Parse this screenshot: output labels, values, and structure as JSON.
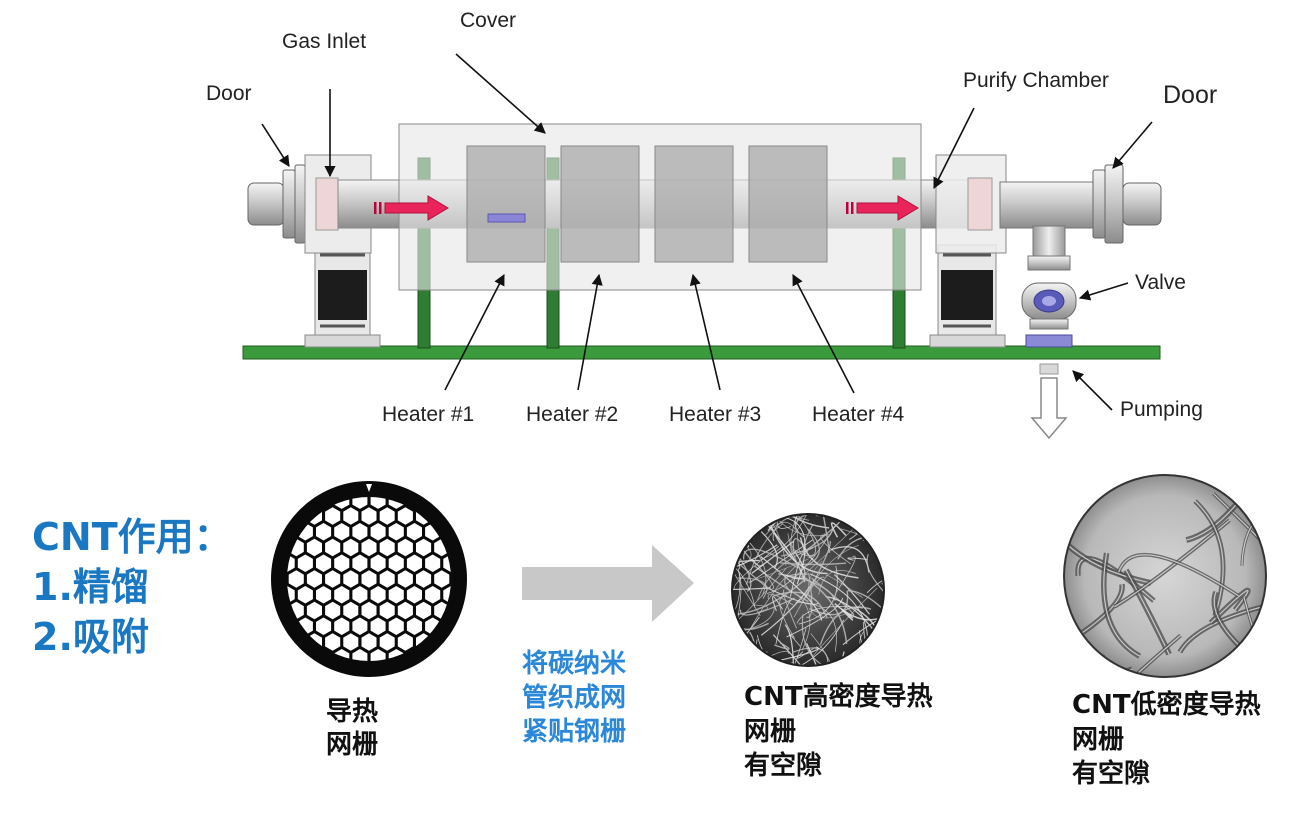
{
  "diagram": {
    "labels": {
      "gas_inlet": "Gas Inlet",
      "cover": "Cover",
      "door_left": "Door",
      "door_right": "Door",
      "purify_chamber": "Purify Chamber",
      "valve": "Valve",
      "pumping": "Pumping",
      "heater1": "Heater #1",
      "heater2": "Heater #2",
      "heater3": "Heater #3",
      "heater4": "Heater #4"
    },
    "colors": {
      "flow_arrow": "#e8245a",
      "base_plate": "#3b9a3b",
      "post": "#2e7d32",
      "heater": "#a9a9a9",
      "cover": "#e6e6e6"
    }
  },
  "cnt_section": {
    "title_lines": [
      "CNT作用：",
      "1.精馏",
      "2.吸附"
    ],
    "grid_caption": [
      "导热",
      "网栅"
    ],
    "process_lines": [
      "将碳纳米",
      "管织成网",
      "紧贴钢栅"
    ],
    "high_density_caption": [
      "CNT高密度导热",
      "网栅",
      "有空隙"
    ],
    "low_density_caption": [
      "CNT低密度导热",
      "网栅",
      "有空隙"
    ],
    "colors": {
      "title": "#1a78c2",
      "process": "#2b88d8",
      "arrow": "#c8c8c8"
    }
  }
}
